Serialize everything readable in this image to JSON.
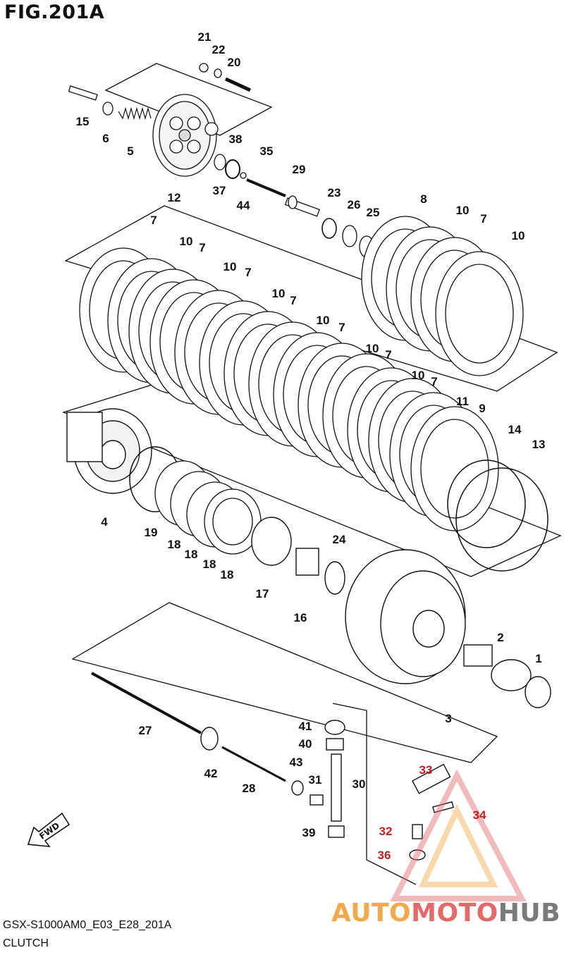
{
  "figure_title": "FIG.201A",
  "model_code": "GSX-S1000AM0_E03_E28_201A",
  "caption": "CLUTCH",
  "watermark": {
    "part1": "AUTO",
    "part2": "MOTO",
    "part3": "HUB"
  },
  "fwd_label": "FWD",
  "callouts": [
    "1",
    "2",
    "3",
    "4",
    "5",
    "6",
    "7",
    "8",
    "9",
    "10",
    "11",
    "12",
    "13",
    "14",
    "15",
    "16",
    "17",
    "18",
    "19",
    "20",
    "21",
    "22",
    "23",
    "24",
    "25",
    "26",
    "27",
    "28",
    "29",
    "30",
    "31",
    "32",
    "33",
    "34",
    "35",
    "36",
    "37",
    "38",
    "39",
    "40",
    "41",
    "42",
    "43",
    "44"
  ]
}
